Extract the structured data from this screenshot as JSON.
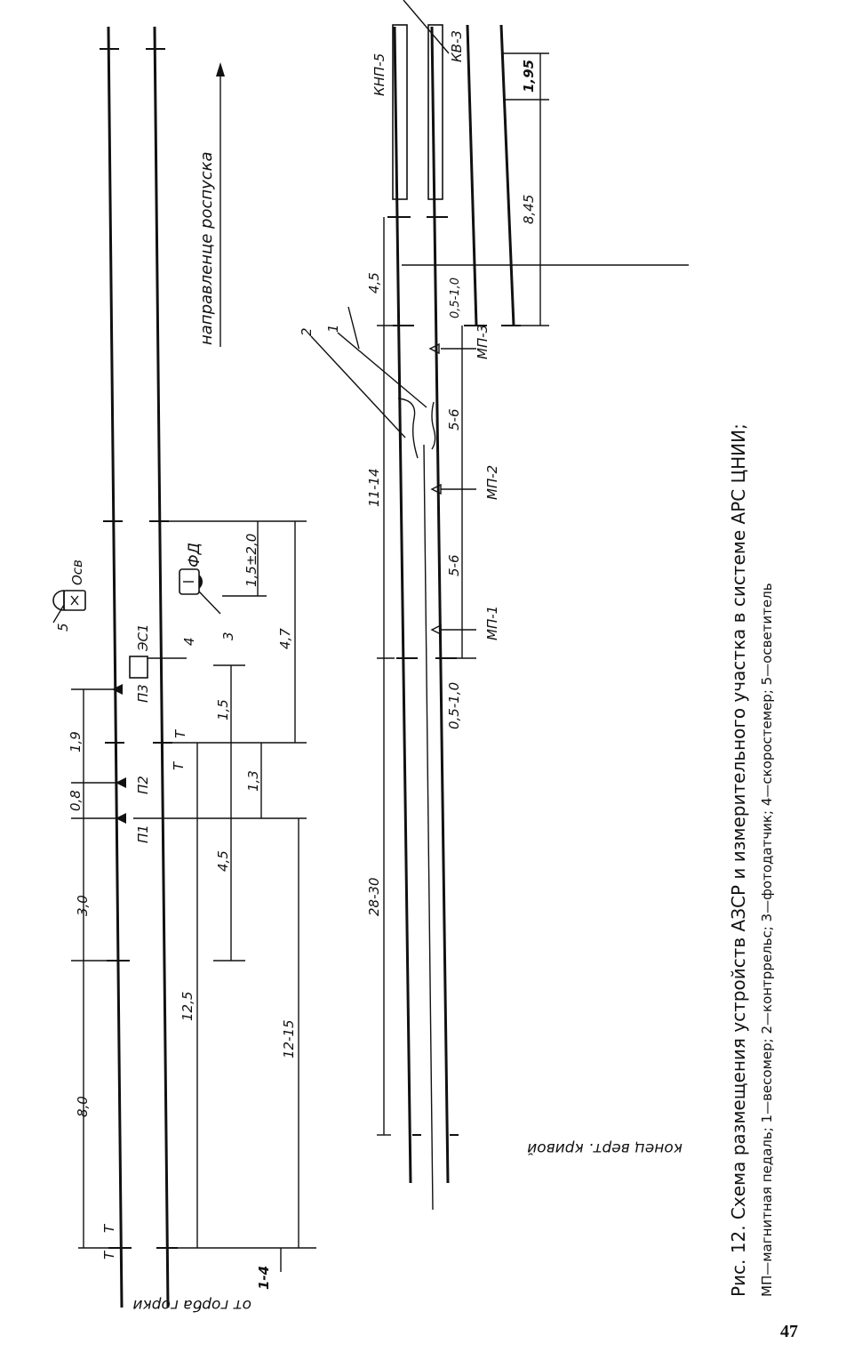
{
  "caption": {
    "title": "Рис. 12. Схема размещения устройств АЗСР и измерительного участка в системе АРС ЦНИИ;",
    "legend": "МП—магнитная педаль; 1—весомер; 2—контррельс; 3—фотодатчик; 4—скоростемер; 5—осветитель"
  },
  "page_number": "47",
  "labels": {
    "direction": "направленце роспуска",
    "from_hump": "от горба горки",
    "end_of_curve": "конец верт. кривой",
    "knp5": "КНП-5",
    "kv3": "КВ-3",
    "p1": "П1",
    "p2": "П2",
    "p3": "П3",
    "es1": "ЭС1",
    "fd": "ФД",
    "osv": "Осв",
    "mp1": "МП-1",
    "mp2": "МП-2",
    "mp3": "МП-3",
    "t": "Т",
    "n1": "1",
    "n2": "2",
    "n3": "3",
    "n4": "4",
    "n5": "5"
  },
  "dimensions": {
    "d8_0": "8,0",
    "d3_0": "3,0",
    "d0_8": "0,8",
    "d1_9": "1,9",
    "d12_5": "12,5",
    "d4_5a": "4,5",
    "d1_5": "1,5",
    "d1_3": "1,3",
    "d4_7": "4,7",
    "d1_5pm": "1,5±2,0",
    "d12_15": "12-15",
    "d1_4": "1-4",
    "d28_30": "28-30",
    "d11_14": "11-14",
    "d4_5b": "4,5",
    "d0_5a": "0,5-1,0",
    "d5_6a": "5-6",
    "d5_6b": "5-6",
    "d0_5b": "0,5-1,0",
    "d8_45": "8,45",
    "d1_95": "1,95"
  }
}
